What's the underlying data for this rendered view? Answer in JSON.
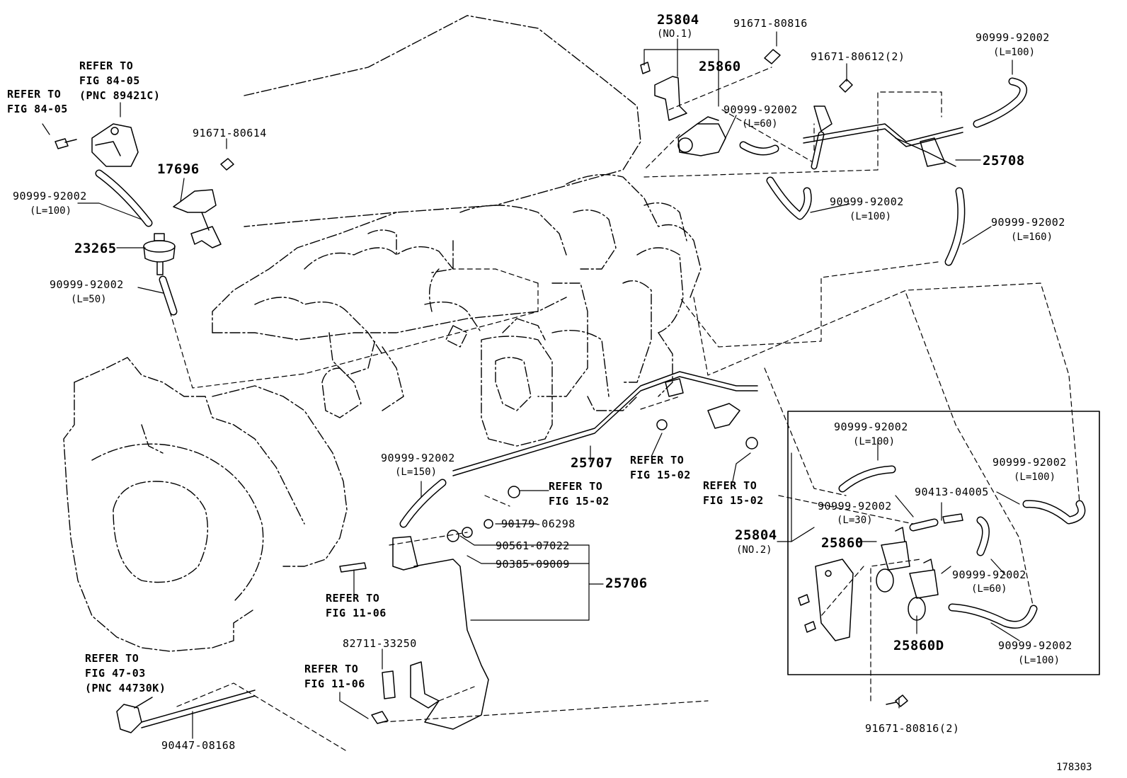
{
  "diagram": {
    "figure_number": "178303",
    "labels": {
      "refer_84_05_a": "REFER TO",
      "refer_84_05_b": "FIG 84-05",
      "refer_84_05_c": "(PNC 89421C)",
      "refer_84_05_d": "REFER TO",
      "refer_84_05_e": "FIG 84-05",
      "p91671_80614": "91671-80614",
      "p17696": "17696",
      "p90999_l100_a": "90999-92002",
      "p90999_l100_a_len": "(L=100)",
      "p23265": "23265",
      "p90999_l50": "90999-92002",
      "p90999_l50_len": "(L=50)",
      "p25804_no1": "25804",
      "p25804_no1_sub": "(NO.1)",
      "p91671_80816": "91671-80816",
      "p25860_top": "25860",
      "p91671_80612": "91671-80612(2)",
      "p90999_l60_top": "90999-92002",
      "p90999_l60_top_len": "(L=60)",
      "p90999_l100_top": "90999-92002",
      "p90999_l100_top_len": "(L=100)",
      "p25708": "25708",
      "p90999_l100_mid": "90999-92002",
      "p90999_l100_mid_len": "(L=100)",
      "p90999_l160": "90999-92002",
      "p90999_l160_len": "(L=160)",
      "p90999_l150": "90999-92002",
      "p90999_l150_len": "(L=150)",
      "p25707": "25707",
      "refer_15_02_a1": "REFER TO",
      "refer_15_02_a2": "FIG 15-02",
      "refer_15_02_b1": "REFER TO",
      "refer_15_02_b2": "FIG 15-02",
      "refer_15_02_c1": "REFER TO",
      "refer_15_02_c2": "FIG 15-02",
      "p90179_06298": "90179-06298",
      "p90561_07022": "90561-07022",
      "p90385_09009": "90385-09009",
      "p25706": "25706",
      "refer_11_06_a1": "REFER TO",
      "refer_11_06_a2": "FIG 11-06",
      "p82711_33250": "82711-33250",
      "refer_11_06_b1": "REFER TO",
      "refer_11_06_b2": "FIG 11-06",
      "refer_47_03_a": "REFER TO",
      "refer_47_03_b": "FIG 47-03",
      "refer_47_03_c": "(PNC 44730K)",
      "p90447_08168": "90447-08168",
      "box_90999_l100_a": "90999-92002",
      "box_90999_l100_a_len": "(L=100)",
      "box_90999_l100_b": "90999-92002",
      "box_90999_l100_b_len": "(L=100)",
      "box_90413_04005": "90413-04005",
      "box_90999_l30": "90999-92002",
      "box_90999_l30_len": "(L=30)",
      "box_25804_no2": "25804",
      "box_25804_no2_sub": "(NO.2)",
      "box_25860": "25860",
      "box_90999_l60": "90999-92002",
      "box_90999_l60_len": "(L=60)",
      "box_25860d": "25860D",
      "box_90999_l100_c": "90999-92002",
      "box_90999_l100_c_len": "(L=100)",
      "p91671_80816_2": "91671-80816(2)"
    }
  }
}
